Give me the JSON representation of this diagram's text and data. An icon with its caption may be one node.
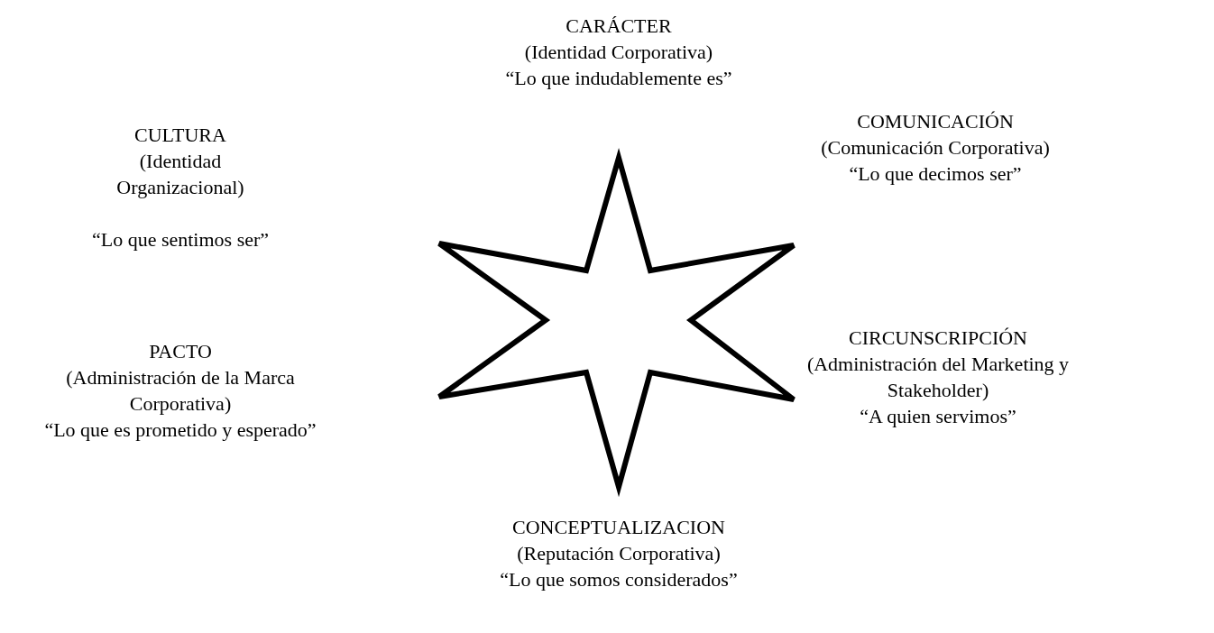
{
  "diagram": {
    "labels": [
      "CARÁCTER",
      "(Identidad Corporativa)",
      "“Lo que indudablemente es”",
      "COMUNICACIÓN",
      "(Comunicación Corporativa)",
      "“Lo que decimos ser”",
      "CULTURA",
      "(Identidad Organizacional)",
      "“Lo que sentimos ser”",
      "CIRCUNSCRIPCIÓN",
      "(Administración del Marketing y Stakeholder)",
      "“A quien servimos”",
      "PACTO",
      "(Administración de la Marca Corporativa)",
      "“Lo que es prometido y esperado”",
      "CONCEPTUALIZACION",
      "(Reputación Corporativa)",
      "“Lo que somos considerados”"
    ]
  }
}
